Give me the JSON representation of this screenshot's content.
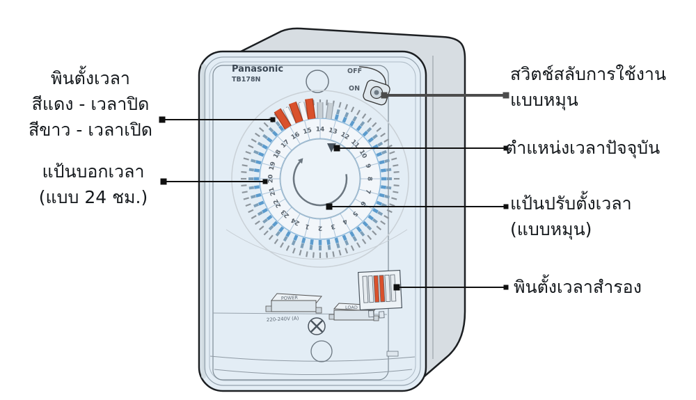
{
  "labels": {
    "left": [
      {
        "lines": [
          "พินตั้งเวลา",
          "สีแดง - เวลาปิด",
          "สีขาว - เวลาเปิด"
        ]
      },
      {
        "lines": [
          "แป้นบอกเวลา",
          "(แบบ 24 ชม.)"
        ]
      }
    ],
    "right": [
      {
        "lines": [
          "สวิตช์สลับการใช้งาน",
          "แบบหมุน"
        ]
      },
      {
        "lines": [
          "ตำแหน่งเวลาปัจจุบัน"
        ]
      },
      {
        "lines": [
          "แป้นปรับตั้งเวลา",
          "(แบบหมุน)"
        ]
      },
      {
        "lines": [
          "พินตั้งเวลาสำรอง"
        ]
      }
    ]
  },
  "device": {
    "brand": "Panasonic",
    "model": "TB178N",
    "switch_off": "OFF",
    "switch_on": "ON",
    "power_label": "POWER",
    "voltage_label": "220-240V (A)",
    "load_label": "LOAD",
    "dial_numbers": [
      "1",
      "2",
      "3",
      "4",
      "5",
      "6",
      "7",
      "8",
      "9",
      "10",
      "11",
      "12",
      "13",
      "14",
      "15",
      "16",
      "17",
      "18",
      "19",
      "20",
      "21",
      "22",
      "23",
      "24"
    ]
  },
  "colors": {
    "pin_red": "#d9512c",
    "pin_red_dark": "#a53a1c",
    "pin_white": "#f4f6f8",
    "pin_gray": "#c6ced4",
    "dial_blue": "#5b9bcd",
    "dial_blue_soft": "#7e9fb8",
    "gear_gray": "#8d959c",
    "tick_light": "#adc3d6",
    "number_color": "#5a646e",
    "body_fill": "#e3edf5",
    "box_gray": "#d7dde2",
    "leader": "#101010",
    "leader_gray": "#4c4c4c",
    "outline": "#1c1f22"
  }
}
